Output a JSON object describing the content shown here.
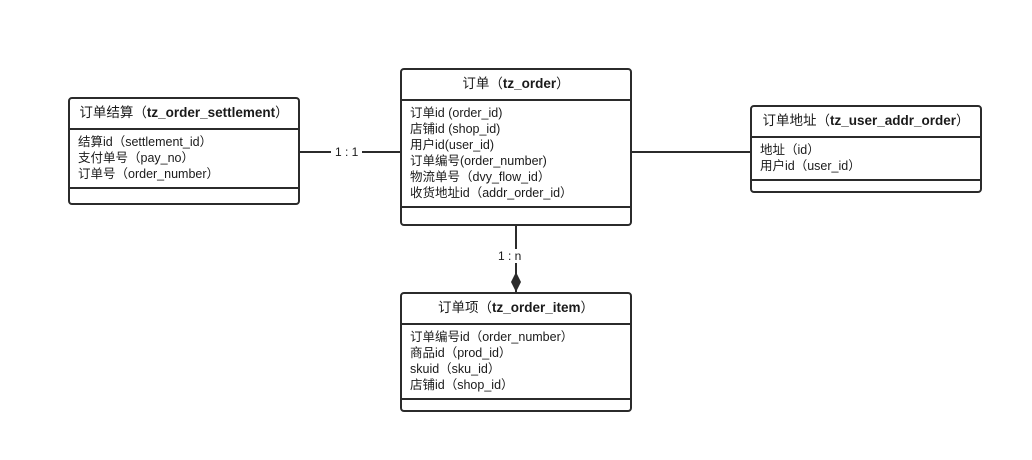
{
  "diagram": {
    "title": "Order domain ER diagram",
    "background": "#ffffff",
    "line_color": "#2b2b2b"
  },
  "entities": {
    "settlement": {
      "name_cn": "订单结算",
      "table": "tz_order_settlement",
      "open_paren": "（",
      "close_paren": "）",
      "attributes": [
        "结算id（settlement_id）",
        "支付单号（pay_no）",
        "订单号（order_number）"
      ]
    },
    "order": {
      "name_cn": "订单",
      "table": "tz_order",
      "open_paren": "（",
      "close_paren": "）",
      "attributes": [
        "订单id (order_id)",
        "店铺id (shop_id)",
        "用户id(user_id)",
        "订单编号(order_number)",
        "物流单号（dvy_flow_id）",
        "收货地址id（addr_order_id）"
      ]
    },
    "address": {
      "name_cn": "订单地址",
      "table": "tz_user_addr_order",
      "open_paren": "（",
      "close_paren": "）",
      "attributes": [
        "地址（id）",
        "用户id（user_id）"
      ]
    },
    "order_item": {
      "name_cn": "订单项",
      "table": "tz_order_item",
      "open_paren": "（",
      "close_paren": "）",
      "attributes": [
        "订单编号id（order_number）",
        "商品id（prod_id）",
        "skuid（sku_id）",
        "店铺id（shop_id）"
      ]
    }
  },
  "relationships": {
    "settlement_order": {
      "label": "1 : 1",
      "from": "settlement",
      "to": "order"
    },
    "order_address": {
      "label": "",
      "from": "order",
      "to": "address"
    },
    "order_item": {
      "label": "1 : n",
      "from": "order",
      "to": "order_item",
      "marker": "filled-diamond"
    }
  }
}
